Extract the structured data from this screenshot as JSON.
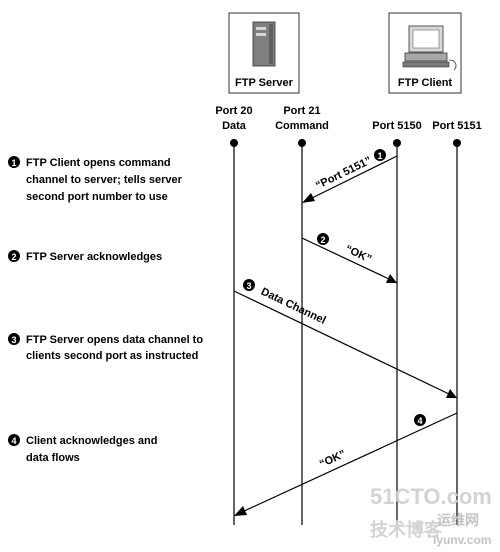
{
  "nodes": {
    "server": {
      "label": "FTP Server"
    },
    "client": {
      "label": "FTP Client"
    }
  },
  "ports": [
    {
      "id": "p20",
      "lines": [
        "Port 20",
        "Data"
      ]
    },
    {
      "id": "p21",
      "lines": [
        "Port 21",
        "Command"
      ]
    },
    {
      "id": "p5150",
      "lines": [
        "Port 5150"
      ]
    },
    {
      "id": "p5151",
      "lines": [
        "Port 5151"
      ]
    }
  ],
  "steps": [
    {
      "number": "1",
      "lines": [
        "FTP Client opens command",
        "channel to server; tells server",
        "second port number to use"
      ]
    },
    {
      "number": "2",
      "lines": [
        "FTP Server acknowledges"
      ]
    },
    {
      "number": "3",
      "lines": [
        "FTP Server opens data channel to",
        "clients second port as instructed"
      ]
    },
    {
      "number": "4",
      "lines": [
        "Client acknowledges and",
        "data flows"
      ]
    }
  ],
  "messages": [
    {
      "id": "m1",
      "number": "1",
      "from": "p5150",
      "to": "p21",
      "label": "“Port 5151”"
    },
    {
      "id": "m2",
      "number": "2",
      "from": "p21",
      "to": "p5150",
      "label": "“OK”"
    },
    {
      "id": "m3",
      "number": "3",
      "from": "p20",
      "to": "p5151",
      "label": "Data Channel"
    },
    {
      "id": "m4",
      "number": "4",
      "from": "p5151",
      "to": "p20",
      "label": "“OK”"
    }
  ],
  "watermark": {
    "line1": "51CTO.com",
    "line2": "技术博客",
    "line3": "运维网",
    "line4": "iyunv.com"
  },
  "colors": {
    "ink": "#000000",
    "box_border": "#333333",
    "watermark": "#c9c9c9"
  }
}
